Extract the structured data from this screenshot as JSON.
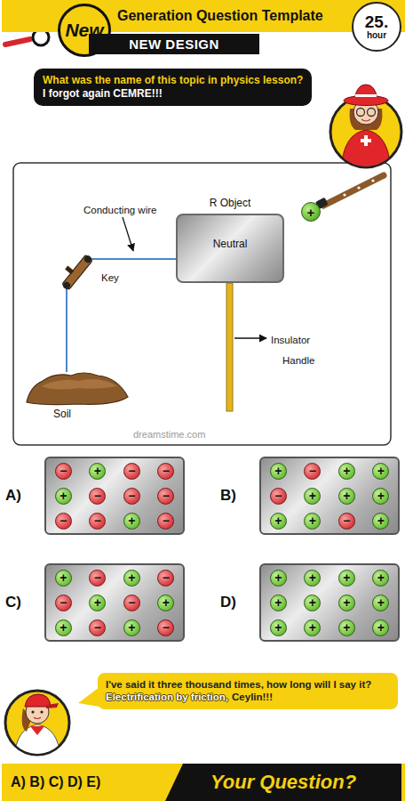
{
  "diagram": {
    "nodes": [
      {
        "text": [
          "Generation Question Template"
        ]
      },
      {
        "text": [
          "New"
        ],
        "in": 0
      },
      {
        "text": [
          "NEW DESIGN"
        ],
        "in": 0
      },
      {
        "text": [
          "25.",
          "hour"
        ],
        "in": 0
      },
      {
        "text": [
          "What was the name of this topic in physics lesson?",
          "I forgot again CEMRE!!!"
        ]
      },
      {
        "text": [
          "R Object",
          "Neutral"
        ]
      },
      {
        "text": [
          "+"
        ]
      },
      {
        "text": [
          "Soil"
        ]
      },
      {
        "text": [
          "A)",
          "−",
          "+",
          "−",
          "−",
          "+",
          "−",
          "−",
          "−",
          "−",
          "−",
          "+",
          "−"
        ]
      },
      {
        "text": [
          "B)",
          "+",
          "−",
          "+",
          "+",
          "−",
          "+",
          "+",
          "+",
          "+",
          "+",
          "−",
          "+"
        ]
      },
      {
        "text": [
          "C)",
          "+",
          "−",
          "+",
          "−",
          "−",
          "+",
          "−",
          "+",
          "+",
          "−",
          "+",
          "−"
        ]
      },
      {
        "text": [
          "D)",
          "+",
          "+",
          "+",
          "+",
          "+",
          "+",
          "+",
          "+",
          "+",
          "+",
          "+",
          "+"
        ]
      },
      {
        "text": [
          "I've said it three thousand times, how long will I say it?",
          "Electrification by friction,",
          "Ceylin!!!"
        ]
      },
      {
        "text": [
          "A) B) C) D) E)"
        ]
      },
      {
        "text": [
          "Your Question?"
        ],
        "in": 13
      }
    ],
    "edges": [
      {
        "from": 7,
        "to": 5,
        "arrow": "none"
      }
    ],
    "labels": [
      "Conducting wire",
      "Key",
      "Insulator",
      "Handle",
      "dreamstime.com"
    ]
  }
}
